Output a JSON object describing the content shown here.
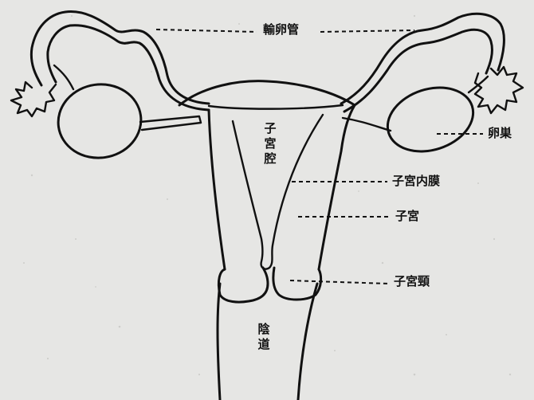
{
  "diagram": {
    "labels": {
      "fallopian_tube": "輸卵管",
      "ovary": "卵巣",
      "endometrium": "子宮内膜",
      "uterus": "子宮",
      "cervix": "子宮頸",
      "uterine_cavity": "子宮腔",
      "vagina": "陰道"
    }
  }
}
